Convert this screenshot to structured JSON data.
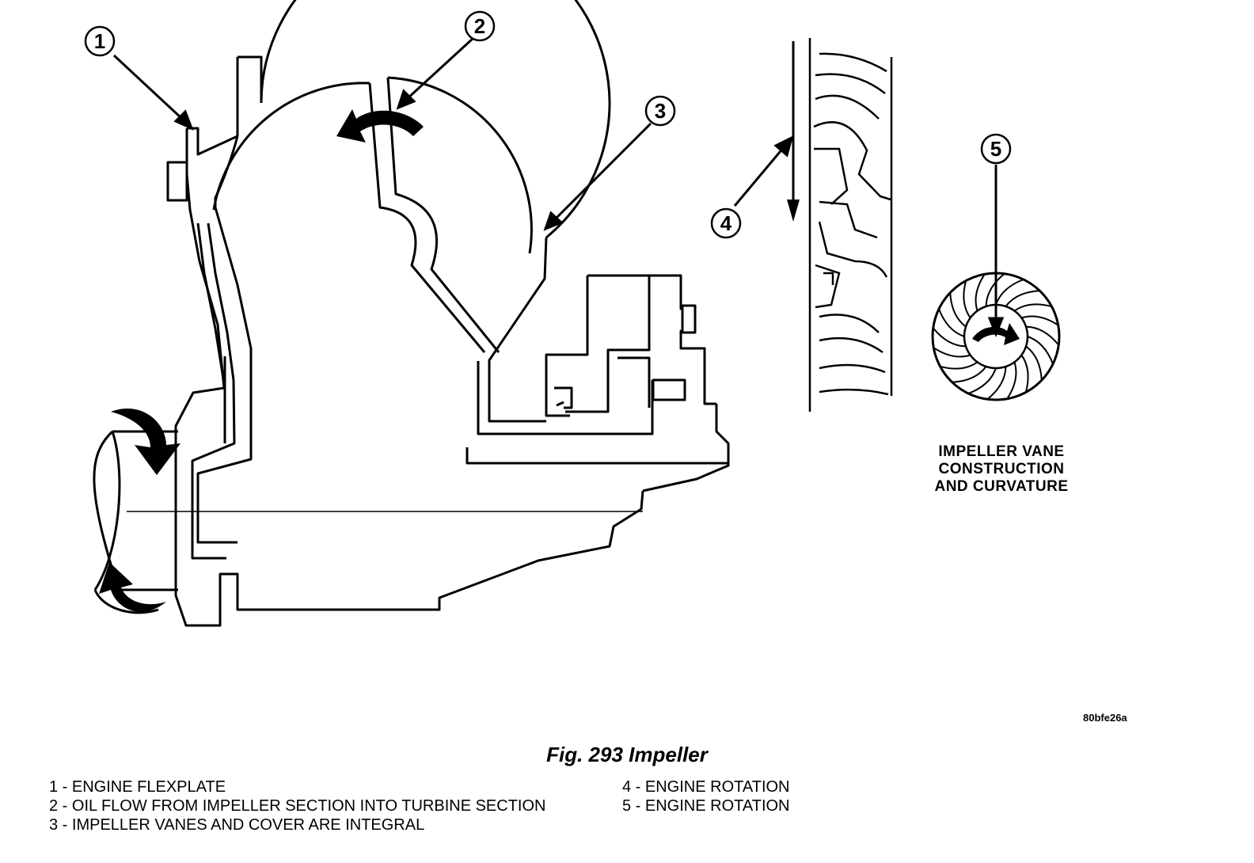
{
  "callouts": [
    "1",
    "2",
    "3",
    "4",
    "5"
  ],
  "inset_caption": [
    "IMPELLER VANE",
    "CONSTRUCTION",
    "AND CURVATURE"
  ],
  "figure_id": "80bfe26a",
  "figure_caption": "Fig. 293 Impeller",
  "legend": {
    "left": [
      "1 - ENGINE FLEXPLATE",
      "2 - OIL FLOW FROM IMPELLER SECTION INTO TURBINE SECTION",
      "3 - IMPELLER VANES AND COVER ARE INTEGRAL"
    ],
    "right": [
      "4 - ENGINE ROTATION",
      "5 - ENGINE ROTATION"
    ]
  }
}
